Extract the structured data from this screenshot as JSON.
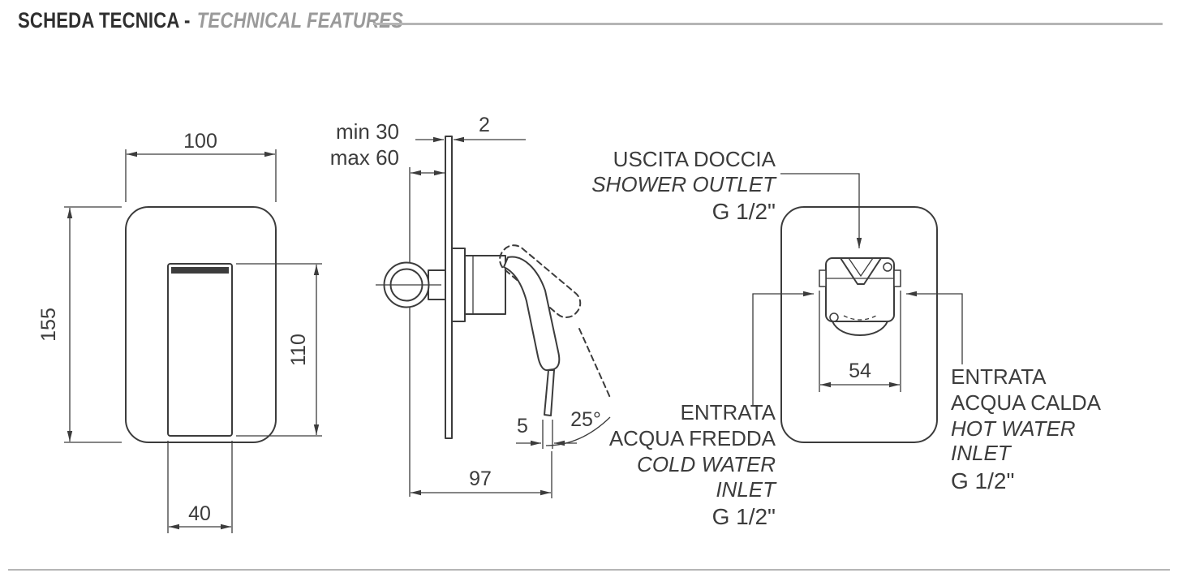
{
  "header": {
    "title": "SCHEDA TECNICA -",
    "subtitle": "TECHNICAL FEATURES"
  },
  "colors": {
    "line": "#3c3c3c",
    "title": "#2f2f2f",
    "subtitle": "#9a9a9a",
    "rule": "#b5b5b5"
  },
  "front_view": {
    "dim_plate_width": "100",
    "dim_plate_height": "155",
    "dim_handle_height": "110",
    "dim_handle_width": "40"
  },
  "side_view": {
    "dim_wall_min": "min 30",
    "dim_wall_max": "max 60",
    "dim_plate_thickness": "2",
    "dim_lever_tip": "5",
    "dim_lever_angle": "25°",
    "dim_total_depth": "97"
  },
  "connections_view": {
    "dim_inlet_distance": "54",
    "shower_outlet": {
      "label_it": "USCITA DOCCIA",
      "label_en": "SHOWER OUTLET",
      "size": "G 1/2\""
    },
    "cold_inlet": {
      "line1": "ENTRATA",
      "line2": "ACQUA FREDDA",
      "line3": "COLD WATER",
      "line4": "INLET",
      "size": "G 1/2\""
    },
    "hot_inlet": {
      "line1": "ENTRATA",
      "line2": "ACQUA CALDA",
      "line3": "HOT WATER",
      "line4": "INLET",
      "size": "G 1/2\""
    }
  }
}
